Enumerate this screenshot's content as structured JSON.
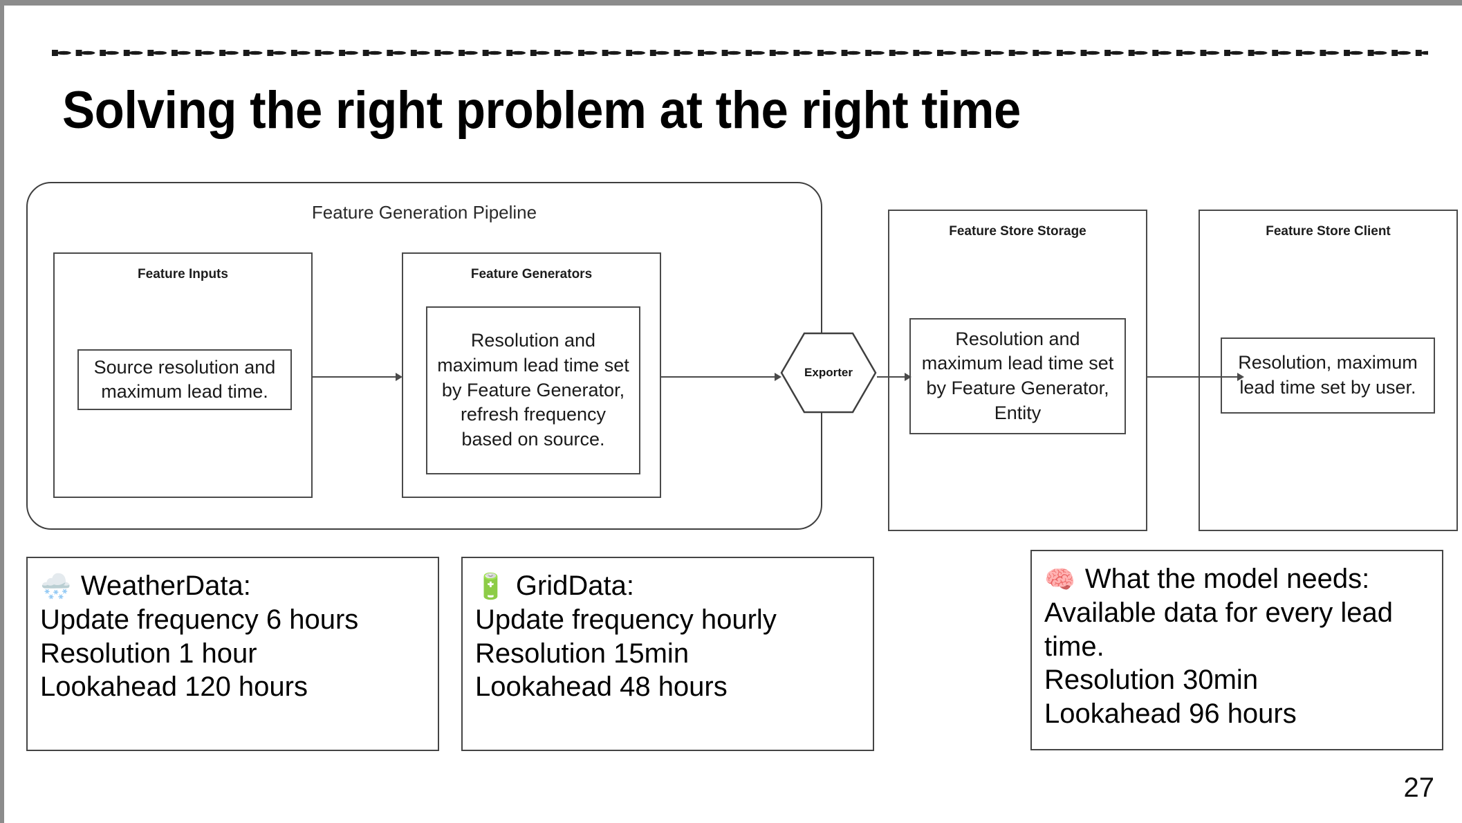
{
  "slide": {
    "title": "Solving the right problem at the right time",
    "page_number": "27"
  },
  "diagram": {
    "pipeline": {
      "title": "Feature Generation Pipeline",
      "groups": [
        {
          "title": "Feature Inputs",
          "leaf": "Source resolution and maximum lead time."
        },
        {
          "title": "Feature Generators",
          "leaf": "Resolution and maximum lead time set by Feature Generator,\nrefresh frequency based on source."
        }
      ]
    },
    "exporter": {
      "label": "Exporter"
    },
    "store_storage": {
      "title": "Feature Store Storage",
      "leaf": "Resolution and maximum lead time set by Feature Generator, Entity"
    },
    "store_client": {
      "title": "Feature Store Client",
      "leaf": "Resolution, maximum lead time set by user."
    }
  },
  "cards": [
    {
      "icon": "snow-cloud-icon",
      "emoji": "🌨️",
      "heading": "WeatherData:",
      "lines": [
        "Update frequency 6 hours",
        "Resolution 1 hour",
        "Lookahead 120 hours"
      ]
    },
    {
      "icon": "battery-icon",
      "emoji": "🔋",
      "heading": "GridData:",
      "lines": [
        "Update frequency hourly",
        "Resolution 15min",
        "Lookahead 48 hours"
      ]
    },
    {
      "icon": "brain-icon",
      "emoji": "🧠",
      "heading": "What the model needs:",
      "lines": [
        "Available data for every lead time.",
        "Resolution 30min",
        "Lookahead 96 hours"
      ]
    }
  ],
  "colors": {
    "frame_gray": "#8c8c8c",
    "stroke": "#4a4a4a",
    "text": "#000000"
  }
}
